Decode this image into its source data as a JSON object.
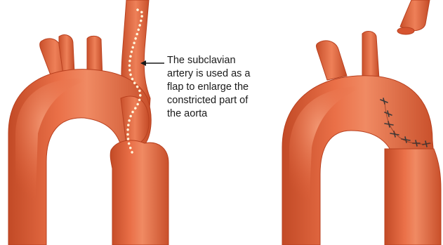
{
  "annotation": {
    "lines": [
      "The subclavian",
      "artery is used as a",
      "flap to enlarge the",
      "constricted part of",
      "the aorta"
    ]
  },
  "colors": {
    "vessel": "#e4643c",
    "vessel_dark": "#b8401f",
    "vessel_light": "#f29672",
    "dots": "#fff7dc",
    "suture": "#3a3a3a",
    "text": "#1a1a1a",
    "background": "#ffffff"
  },
  "panels": {
    "left": {
      "name": "before-repair"
    },
    "right": {
      "name": "after-repair"
    }
  }
}
